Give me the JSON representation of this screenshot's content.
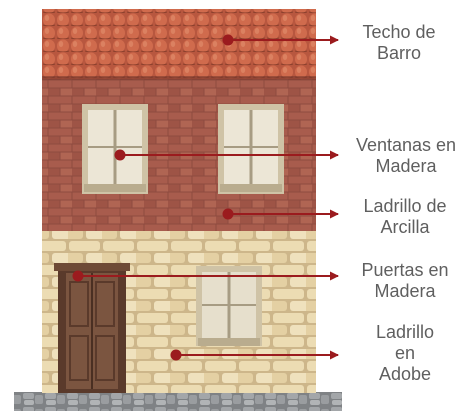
{
  "labels": {
    "roof": [
      "Techo de",
      "Barro"
    ],
    "windows": [
      "Ventanas en",
      "Madera"
    ],
    "clay_brick": [
      "Ladrillo de",
      "Arcilla"
    ],
    "doors": [
      "Puertas en",
      "Madera"
    ],
    "adobe": [
      "Ladrillo",
      "en",
      "Adobe"
    ]
  },
  "colors": {
    "pointer": "#9b1b1e",
    "label_text": "#5f5f5f",
    "roof_tile": "#c8654a",
    "clay_brick": "#a4584a",
    "adobe": "#e6d3a6",
    "window_frame": "#d3c7ab",
    "door_wood": "#6e4a36",
    "foundation_stone": "#8e9194"
  }
}
